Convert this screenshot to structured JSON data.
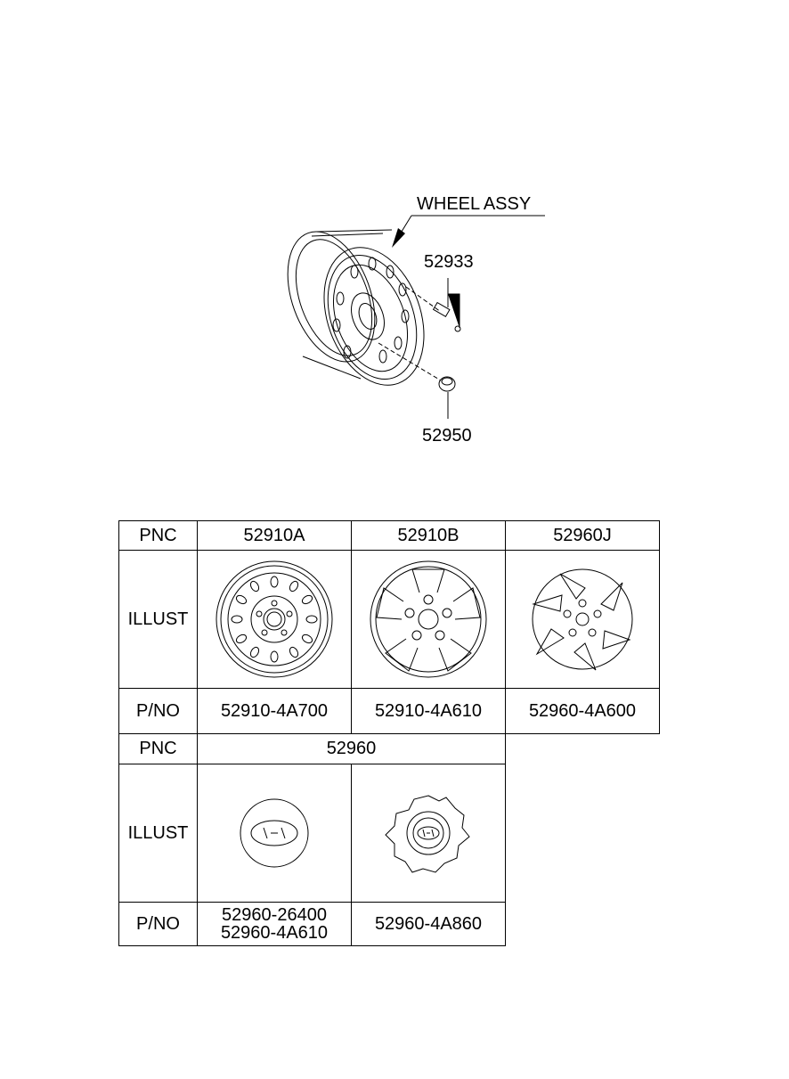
{
  "diagram": {
    "callouts": {
      "wheel_assy": "WHEEL ASSY",
      "valve": "52933",
      "nut": "52950"
    }
  },
  "table1": {
    "rows": {
      "pnc": "PNC",
      "illust": "ILLUST",
      "pno": "P/NO"
    },
    "columns": [
      {
        "pnc": "52910A",
        "pno": "52910-4A700",
        "icon": "steel-wheel-icon"
      },
      {
        "pnc": "52910B",
        "pno": "52910-4A610",
        "icon": "alloy-wheel-icon"
      },
      {
        "pnc": "52960J",
        "pno": "52960-4A600",
        "icon": "wheel-cover-icon"
      }
    ]
  },
  "table2": {
    "rows": {
      "pnc": "PNC",
      "illust": "ILLUST",
      "pno": "P/NO"
    },
    "pnc": "52960",
    "columns": [
      {
        "pno_lines": [
          "52960-26400",
          "52960-4A610"
        ],
        "icon": "hub-cap-round-icon"
      },
      {
        "pno_lines": [
          "52960-4A860"
        ],
        "icon": "hub-cap-star-icon"
      }
    ]
  }
}
